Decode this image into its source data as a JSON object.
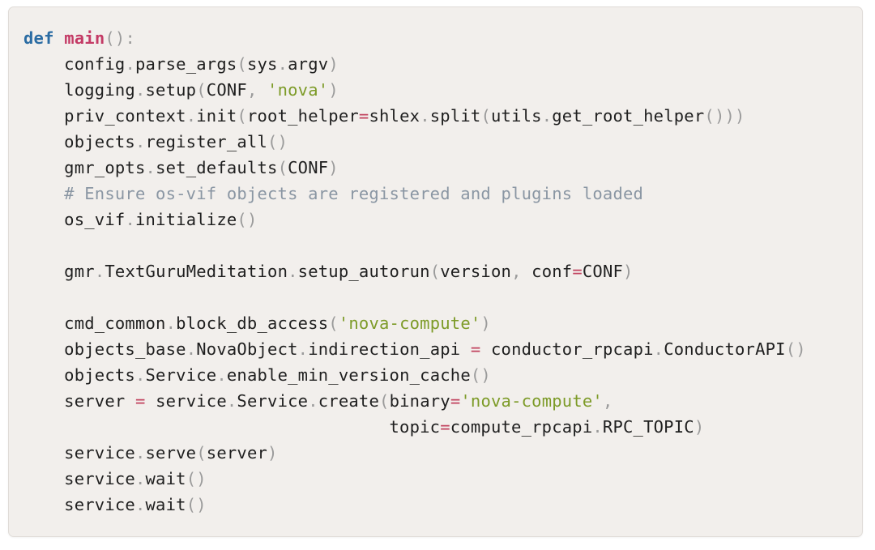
{
  "editor": {
    "language": "python",
    "background_color": "#f2efec",
    "border_color": "#e0dcd8",
    "colors": {
      "keyword": "#2b6ca3",
      "function_name": "#c43b66",
      "string": "#7d9b28",
      "comment": "#8a96a3",
      "operator": "#c1425e",
      "punctuation": "#9b9b9b",
      "identifier": "#262626"
    },
    "lines": [
      {
        "index": 1,
        "indent": 0,
        "text": "def main():",
        "tokens": [
          {
            "type": "keyword",
            "text": "def"
          },
          {
            "type": "plain",
            "text": " "
          },
          {
            "type": "function_name",
            "text": "main"
          },
          {
            "type": "punctuation",
            "text": "()"
          },
          {
            "type": "punctuation",
            "text": ":"
          }
        ]
      },
      {
        "index": 2,
        "indent": 4,
        "text": "    config.parse_args(sys.argv)",
        "tokens": [
          {
            "type": "plain",
            "text": "    "
          },
          {
            "type": "identifier",
            "text": "config"
          },
          {
            "type": "punctuation",
            "text": "."
          },
          {
            "type": "identifier",
            "text": "parse_args"
          },
          {
            "type": "punctuation",
            "text": "("
          },
          {
            "type": "identifier",
            "text": "sys"
          },
          {
            "type": "punctuation",
            "text": "."
          },
          {
            "type": "identifier",
            "text": "argv"
          },
          {
            "type": "punctuation",
            "text": ")"
          }
        ]
      },
      {
        "index": 3,
        "indent": 4,
        "text": "    logging.setup(CONF, 'nova')",
        "tokens": [
          {
            "type": "plain",
            "text": "    "
          },
          {
            "type": "identifier",
            "text": "logging"
          },
          {
            "type": "punctuation",
            "text": "."
          },
          {
            "type": "identifier",
            "text": "setup"
          },
          {
            "type": "punctuation",
            "text": "("
          },
          {
            "type": "identifier",
            "text": "CONF"
          },
          {
            "type": "punctuation",
            "text": ", "
          },
          {
            "type": "string",
            "text": "'nova'"
          },
          {
            "type": "punctuation",
            "text": ")"
          }
        ]
      },
      {
        "index": 4,
        "indent": 4,
        "text": "    priv_context.init(root_helper=shlex.split(utils.get_root_helper()))",
        "tokens": [
          {
            "type": "plain",
            "text": "    "
          },
          {
            "type": "identifier",
            "text": "priv_context"
          },
          {
            "type": "punctuation",
            "text": "."
          },
          {
            "type": "identifier",
            "text": "init"
          },
          {
            "type": "punctuation",
            "text": "("
          },
          {
            "type": "identifier",
            "text": "root_helper"
          },
          {
            "type": "operator",
            "text": "="
          },
          {
            "type": "identifier",
            "text": "shlex"
          },
          {
            "type": "punctuation",
            "text": "."
          },
          {
            "type": "identifier",
            "text": "split"
          },
          {
            "type": "punctuation",
            "text": "("
          },
          {
            "type": "identifier",
            "text": "utils"
          },
          {
            "type": "punctuation",
            "text": "."
          },
          {
            "type": "identifier",
            "text": "get_root_helper"
          },
          {
            "type": "punctuation",
            "text": "()))"
          }
        ]
      },
      {
        "index": 5,
        "indent": 4,
        "text": "    objects.register_all()",
        "tokens": [
          {
            "type": "plain",
            "text": "    "
          },
          {
            "type": "identifier",
            "text": "objects"
          },
          {
            "type": "punctuation",
            "text": "."
          },
          {
            "type": "identifier",
            "text": "register_all"
          },
          {
            "type": "punctuation",
            "text": "()"
          }
        ]
      },
      {
        "index": 6,
        "indent": 4,
        "text": "    gmr_opts.set_defaults(CONF)",
        "tokens": [
          {
            "type": "plain",
            "text": "    "
          },
          {
            "type": "identifier",
            "text": "gmr_opts"
          },
          {
            "type": "punctuation",
            "text": "."
          },
          {
            "type": "identifier",
            "text": "set_defaults"
          },
          {
            "type": "punctuation",
            "text": "("
          },
          {
            "type": "identifier",
            "text": "CONF"
          },
          {
            "type": "punctuation",
            "text": ")"
          }
        ]
      },
      {
        "index": 7,
        "indent": 4,
        "text": "    # Ensure os-vif objects are registered and plugins loaded",
        "tokens": [
          {
            "type": "plain",
            "text": "    "
          },
          {
            "type": "comment",
            "text": "# Ensure os-vif objects are registered and plugins loaded"
          }
        ]
      },
      {
        "index": 8,
        "indent": 4,
        "text": "    os_vif.initialize()",
        "tokens": [
          {
            "type": "plain",
            "text": "    "
          },
          {
            "type": "identifier",
            "text": "os_vif"
          },
          {
            "type": "punctuation",
            "text": "."
          },
          {
            "type": "identifier",
            "text": "initialize"
          },
          {
            "type": "punctuation",
            "text": "()"
          }
        ]
      },
      {
        "index": 9,
        "indent": 0,
        "text": "",
        "tokens": []
      },
      {
        "index": 10,
        "indent": 4,
        "text": "    gmr.TextGuruMeditation.setup_autorun(version, conf=CONF)",
        "tokens": [
          {
            "type": "plain",
            "text": "    "
          },
          {
            "type": "identifier",
            "text": "gmr"
          },
          {
            "type": "punctuation",
            "text": "."
          },
          {
            "type": "identifier",
            "text": "TextGuruMeditation"
          },
          {
            "type": "punctuation",
            "text": "."
          },
          {
            "type": "identifier",
            "text": "setup_autorun"
          },
          {
            "type": "punctuation",
            "text": "("
          },
          {
            "type": "identifier",
            "text": "version"
          },
          {
            "type": "punctuation",
            "text": ", "
          },
          {
            "type": "identifier",
            "text": "conf"
          },
          {
            "type": "operator",
            "text": "="
          },
          {
            "type": "identifier",
            "text": "CONF"
          },
          {
            "type": "punctuation",
            "text": ")"
          }
        ]
      },
      {
        "index": 11,
        "indent": 0,
        "text": "",
        "tokens": []
      },
      {
        "index": 12,
        "indent": 4,
        "text": "    cmd_common.block_db_access('nova-compute')",
        "tokens": [
          {
            "type": "plain",
            "text": "    "
          },
          {
            "type": "identifier",
            "text": "cmd_common"
          },
          {
            "type": "punctuation",
            "text": "."
          },
          {
            "type": "identifier",
            "text": "block_db_access"
          },
          {
            "type": "punctuation",
            "text": "("
          },
          {
            "type": "string",
            "text": "'nova-compute'"
          },
          {
            "type": "punctuation",
            "text": ")"
          }
        ]
      },
      {
        "index": 13,
        "indent": 4,
        "text": "    objects_base.NovaObject.indirection_api = conductor_rpcapi.ConductorAPI()",
        "tokens": [
          {
            "type": "plain",
            "text": "    "
          },
          {
            "type": "identifier",
            "text": "objects_base"
          },
          {
            "type": "punctuation",
            "text": "."
          },
          {
            "type": "identifier",
            "text": "NovaObject"
          },
          {
            "type": "punctuation",
            "text": "."
          },
          {
            "type": "identifier",
            "text": "indirection_api"
          },
          {
            "type": "plain",
            "text": " "
          },
          {
            "type": "operator",
            "text": "="
          },
          {
            "type": "plain",
            "text": " "
          },
          {
            "type": "identifier",
            "text": "conductor_rpcapi"
          },
          {
            "type": "punctuation",
            "text": "."
          },
          {
            "type": "identifier",
            "text": "ConductorAPI"
          },
          {
            "type": "punctuation",
            "text": "()"
          }
        ]
      },
      {
        "index": 14,
        "indent": 4,
        "text": "    objects.Service.enable_min_version_cache()",
        "tokens": [
          {
            "type": "plain",
            "text": "    "
          },
          {
            "type": "identifier",
            "text": "objects"
          },
          {
            "type": "punctuation",
            "text": "."
          },
          {
            "type": "identifier",
            "text": "Service"
          },
          {
            "type": "punctuation",
            "text": "."
          },
          {
            "type": "identifier",
            "text": "enable_min_version_cache"
          },
          {
            "type": "punctuation",
            "text": "()"
          }
        ]
      },
      {
        "index": 15,
        "indent": 4,
        "text": "    server = service.Service.create(binary='nova-compute',",
        "tokens": [
          {
            "type": "plain",
            "text": "    "
          },
          {
            "type": "identifier",
            "text": "server"
          },
          {
            "type": "plain",
            "text": " "
          },
          {
            "type": "operator",
            "text": "="
          },
          {
            "type": "plain",
            "text": " "
          },
          {
            "type": "identifier",
            "text": "service"
          },
          {
            "type": "punctuation",
            "text": "."
          },
          {
            "type": "identifier",
            "text": "Service"
          },
          {
            "type": "punctuation",
            "text": "."
          },
          {
            "type": "identifier",
            "text": "create"
          },
          {
            "type": "punctuation",
            "text": "("
          },
          {
            "type": "identifier",
            "text": "binary"
          },
          {
            "type": "operator",
            "text": "="
          },
          {
            "type": "string",
            "text": "'nova-compute'"
          },
          {
            "type": "punctuation",
            "text": ","
          }
        ]
      },
      {
        "index": 16,
        "indent": 36,
        "text": "                                    topic=compute_rpcapi.RPC_TOPIC)",
        "tokens": [
          {
            "type": "plain",
            "text": "                                    "
          },
          {
            "type": "identifier",
            "text": "topic"
          },
          {
            "type": "operator",
            "text": "="
          },
          {
            "type": "identifier",
            "text": "compute_rpcapi"
          },
          {
            "type": "punctuation",
            "text": "."
          },
          {
            "type": "identifier",
            "text": "RPC_TOPIC"
          },
          {
            "type": "punctuation",
            "text": ")"
          }
        ]
      },
      {
        "index": 17,
        "indent": 4,
        "text": "    service.serve(server)",
        "tokens": [
          {
            "type": "plain",
            "text": "    "
          },
          {
            "type": "identifier",
            "text": "service"
          },
          {
            "type": "punctuation",
            "text": "."
          },
          {
            "type": "identifier",
            "text": "serve"
          },
          {
            "type": "punctuation",
            "text": "("
          },
          {
            "type": "identifier",
            "text": "server"
          },
          {
            "type": "punctuation",
            "text": ")"
          }
        ]
      },
      {
        "index": 18,
        "indent": 4,
        "text": "    service.wait()",
        "tokens": [
          {
            "type": "plain",
            "text": "    "
          },
          {
            "type": "identifier",
            "text": "service"
          },
          {
            "type": "punctuation",
            "text": "."
          },
          {
            "type": "identifier",
            "text": "wait"
          },
          {
            "type": "punctuation",
            "text": "()"
          }
        ]
      },
      {
        "index": 19,
        "indent": 4,
        "text": "    service.wait()",
        "tokens": [
          {
            "type": "plain",
            "text": "    "
          },
          {
            "type": "identifier",
            "text": "service"
          },
          {
            "type": "punctuation",
            "text": "."
          },
          {
            "type": "identifier",
            "text": "wait"
          },
          {
            "type": "punctuation",
            "text": "()"
          }
        ]
      }
    ]
  }
}
